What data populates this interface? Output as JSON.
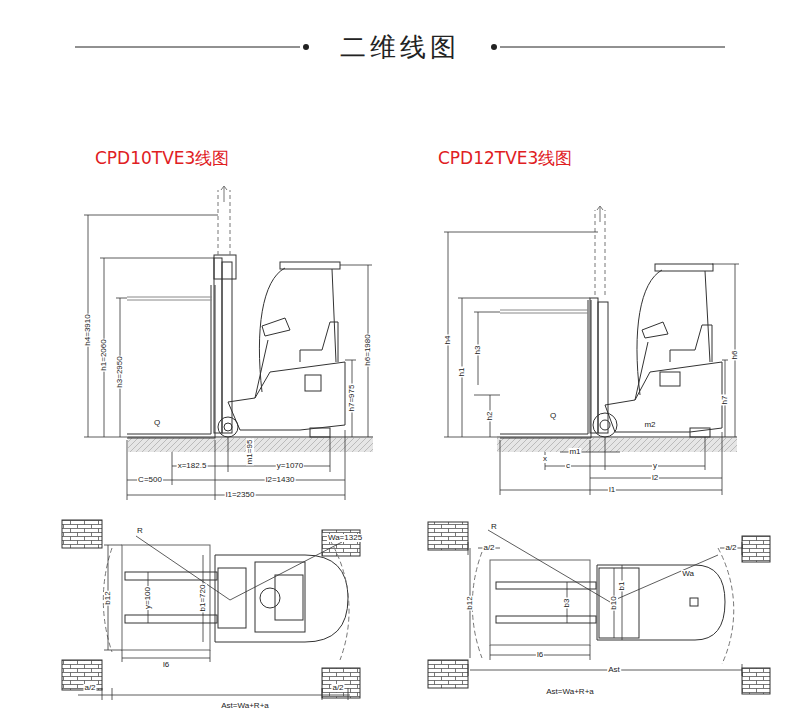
{
  "diagram": {
    "title": "二维线图",
    "labels": [
      "CPD10TVE3线图",
      "CPD12TVE3线图",
      "h4=3910",
      "h1=2060",
      "h3=2950",
      "h6=1980",
      "h7=975",
      "Q",
      "m1=95",
      "x=182.5",
      "y=1070",
      "C=500",
      "l2=1430",
      "l1=2350",
      "R",
      "Wa=1325",
      "b12",
      "y=100",
      "b1=720",
      "l6",
      "a/2",
      "a/2",
      "Ast=Wa+R+a",
      "h4",
      "h1",
      "h3",
      "h2",
      "h6",
      "h7",
      "Q",
      "m1",
      "m2",
      "x",
      "c",
      "y",
      "l2",
      "l1",
      "a/2",
      "R",
      "Wa",
      "a/2",
      "b12",
      "b3",
      "b10",
      "b1",
      "l6",
      "Ast",
      "Ast=Wa+R+a"
    ]
  }
}
